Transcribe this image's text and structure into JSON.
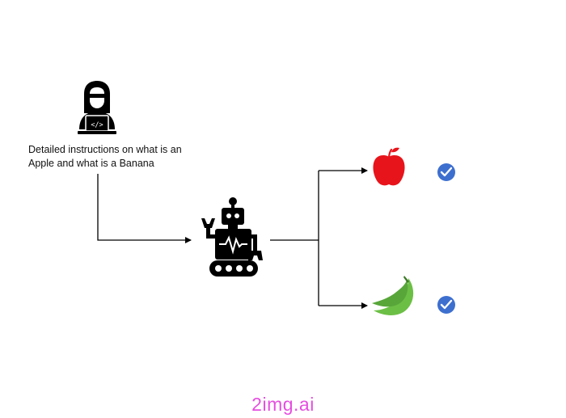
{
  "caption": {
    "line1": "Detailed instructions on what is an",
    "line2": "Apple and what is a Banana"
  },
  "watermark": "2img.ai",
  "icons": {
    "programmer": "programmer-laptop-icon",
    "robot": "robot-icon",
    "apple": "apple-icon",
    "banana": "banana-icon",
    "check": "check-circle-icon"
  },
  "colors": {
    "apple": "#e8141b",
    "banana": "#6cbf45",
    "check": "#3d6fcf",
    "watermark": "#e64ee0",
    "lines": "#000000"
  }
}
